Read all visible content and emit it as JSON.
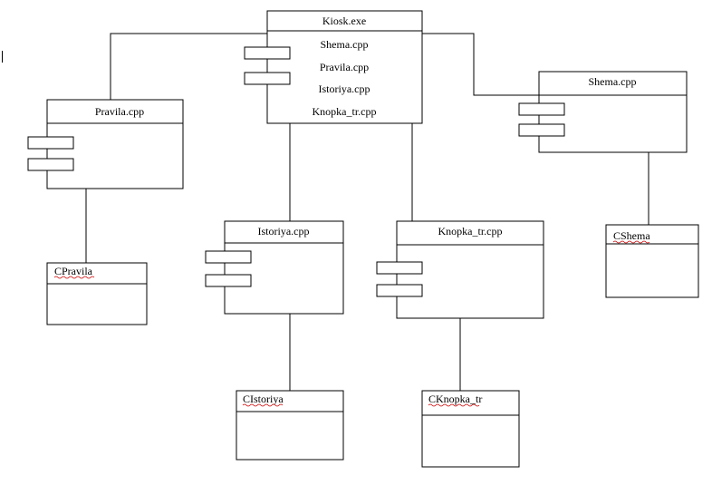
{
  "components": {
    "kiosk": {
      "title": "Kiosk.exe",
      "items": [
        "Shema.cpp",
        "Pravila.cpp",
        "Istoriya.cpp",
        "Knopka_tr.cpp"
      ]
    },
    "pravila": {
      "title": "Pravila.cpp"
    },
    "shema": {
      "title": "Shema.cpp"
    },
    "istoriya": {
      "title": "Istoriya.cpp"
    },
    "knopka": {
      "title": "Knopka_tr.cpp"
    }
  },
  "classes": {
    "cpravila": {
      "title": "CPravila"
    },
    "cshema": {
      "title": "CShema"
    },
    "cistoriya": {
      "title": "CIstoriya"
    },
    "cknopka": {
      "title": "CKnopka_tr"
    }
  }
}
